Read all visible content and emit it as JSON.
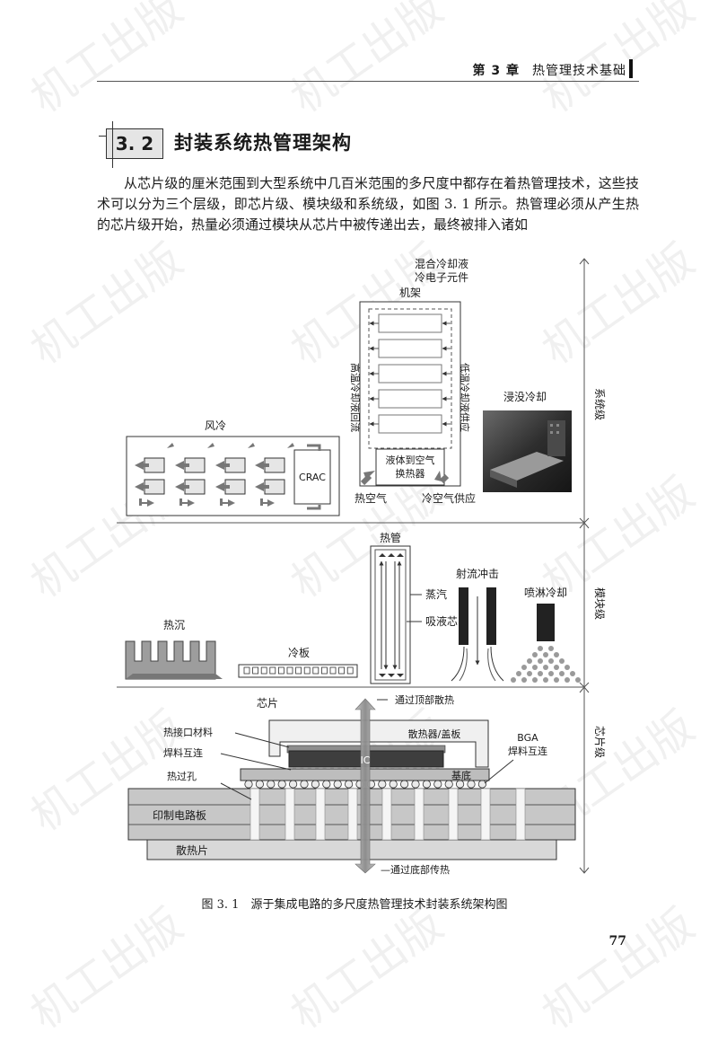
{
  "header": {
    "chapter": "第 3 章",
    "title": "热管理技术基础"
  },
  "section": {
    "number": "3. 2",
    "title": "封装系统热管理架构"
  },
  "paragraph": "从芯片级的厘米范围到大型系统中几百米范围的多尺度中都存在着热管理技术，这些技术可以分为三个层级，即芯片级、模块级和系统级，如图 3. 1 所示。热管理必须从产生热的芯片级开始，热量必须通过模块从芯片中被传递出去，最终被排入诸如",
  "figure": {
    "levels": {
      "system": "系统级",
      "module": "模块级",
      "chip": "芯片级"
    },
    "system": {
      "air_cooling": "风冷",
      "crac": "CRAC",
      "hybrid_line1": "混合冷却液",
      "hybrid_line2": "冷电子元件",
      "rack": "机架",
      "hot_return": "高温冷却液回流",
      "cold_supply": "低温冷却液供应",
      "hx_line1": "液体到空气",
      "hx_line2": "换热器",
      "hot_air": "热空气",
      "cold_air": "冷空气供应",
      "immersion": "浸没冷却"
    },
    "module": {
      "heat_pipe": "热管",
      "vapor": "蒸汽",
      "wick": "吸液芯",
      "jet": "射流冲击",
      "spray": "喷淋冷却",
      "heat_sink": "热沉",
      "cold_plate": "冷板"
    },
    "chip": {
      "chip": "芯片",
      "top": "通过顶部散热",
      "tim": "热接口材料",
      "solder": "焊料互连",
      "spreader": "散热器/盖板",
      "ic": "IC",
      "bga_line1": "BGA",
      "bga_line2": "焊料互连",
      "substrate": "基底",
      "via": "热过孔",
      "pcb": "印制电路板",
      "fin": "散热片",
      "bottom": "—通过底部传热"
    }
  },
  "caption": "图 3. 1　源于集成电路的多尺度热管理技术封装系统架构图",
  "page_number": "77",
  "watermark": "机工出版"
}
